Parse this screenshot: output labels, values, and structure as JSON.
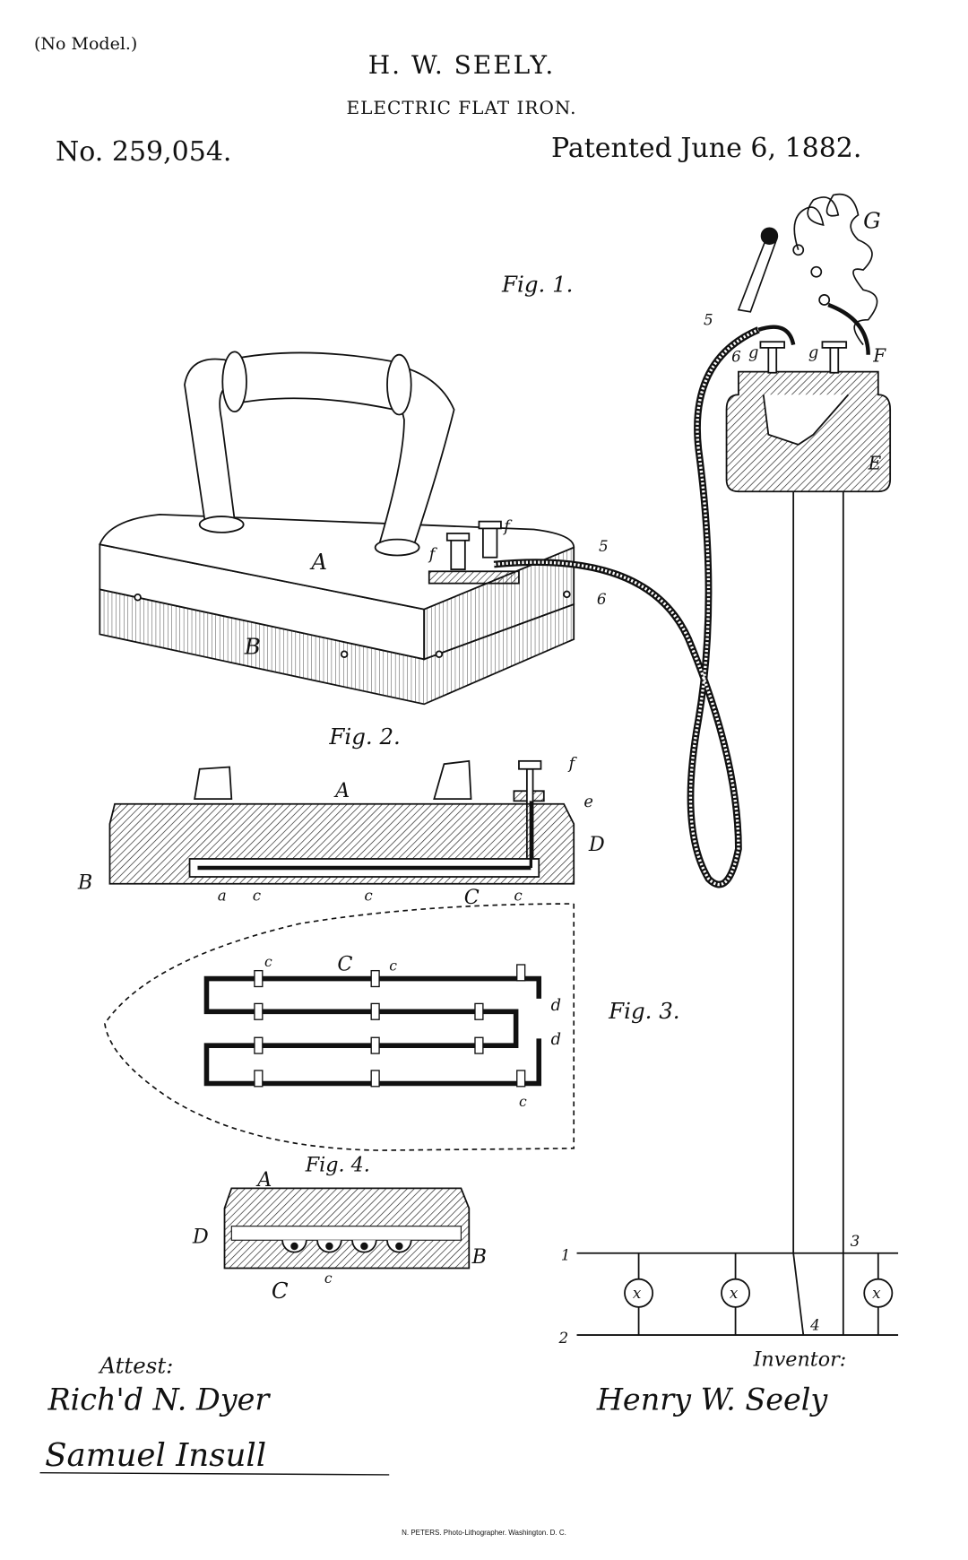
{
  "header": {
    "no_model": "(No Model.)",
    "inventor_name": "H. W. SEELY.",
    "title": "ELECTRIC FLAT IRON.",
    "patent_number": "No. 259,054.",
    "patent_date": "Patented June 6, 1882."
  },
  "figures": {
    "fig1": "Fig. 1.",
    "fig2": "Fig. 2.",
    "fig3": "Fig. 3.",
    "fig4": "Fig. 4."
  },
  "labels": {
    "A": "A",
    "B": "B",
    "C": "C",
    "D": "D",
    "E": "E",
    "F": "F",
    "G": "G",
    "a": "a",
    "c": "c",
    "d": "d",
    "e": "e",
    "f": "f",
    "g": "g",
    "n1": "1",
    "n2": "2",
    "n3": "3",
    "n4": "4",
    "n5": "5",
    "n6": "6",
    "x": "x"
  },
  "signatures": {
    "attest_label": "Attest:",
    "witness1": "Rich'd N. Dyer",
    "witness2": "Samuel Insull",
    "inventor_label": "Inventor:",
    "inventor": "Henry W. Seely"
  },
  "footer": "N. PETERS. Photo-Lithographer. Washington. D. C."
}
